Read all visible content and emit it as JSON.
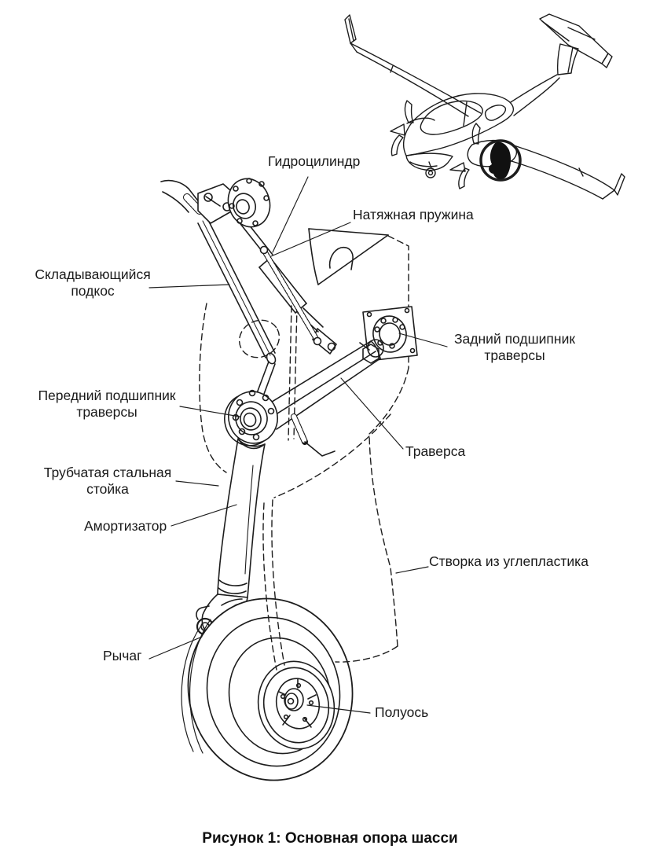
{
  "figure": {
    "caption": "Рисунок 1: Основная опора шасси",
    "labels": {
      "hydraulic_cylinder": "Гидроцилиндр",
      "tension_spring": "Натяжная пружина",
      "folding_strut": {
        "line1": "Складывающийся",
        "line2": "подкос"
      },
      "rear_trunnion_bearing": {
        "line1": "Задний подшипник",
        "line2": "траверсы"
      },
      "front_trunnion_bearing": {
        "line1": "Передний подшипник",
        "line2": "траверсы"
      },
      "trunnion": "Траверса",
      "tubular_steel_strut": {
        "line1": "Трубчатая стальная",
        "line2": "стойка"
      },
      "shock_absorber": "Амортизатор",
      "carbon_fiber_door": "Створка из углепластика",
      "lever": "Рычаг",
      "half_axle": "Полуось"
    },
    "colors": {
      "ink": "#1c1c1c",
      "background": "#ffffff"
    }
  }
}
